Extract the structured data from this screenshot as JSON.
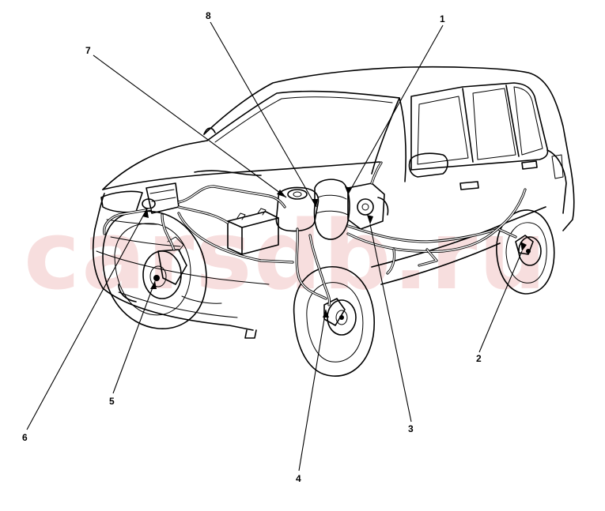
{
  "watermark": "carsdb.ru",
  "callouts": [
    {
      "number": "1"
    },
    {
      "number": "2"
    },
    {
      "number": "3"
    },
    {
      "number": "4"
    },
    {
      "number": "5"
    },
    {
      "number": "6"
    },
    {
      "number": "7"
    },
    {
      "number": "8"
    }
  ]
}
